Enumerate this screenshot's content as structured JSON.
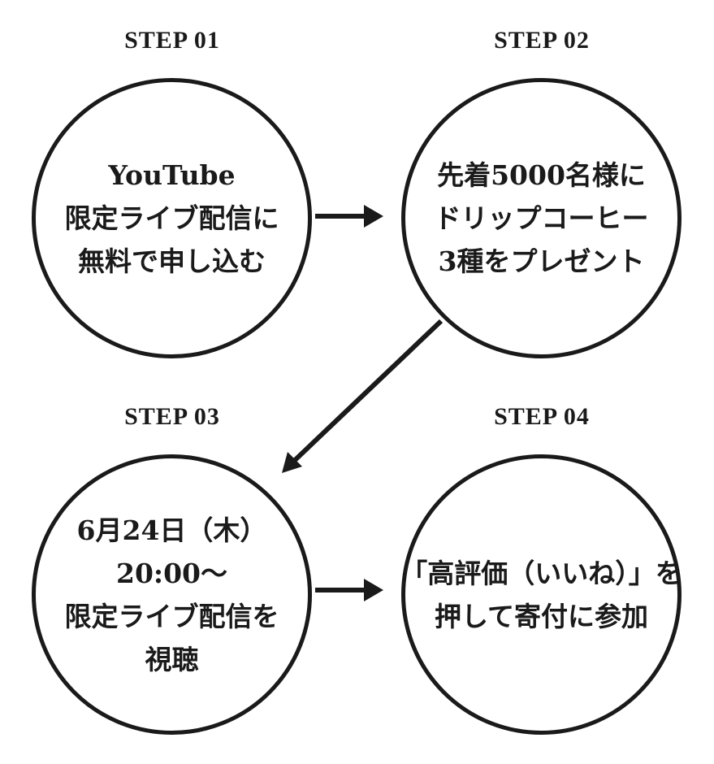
{
  "steps": [
    {
      "title": "STEP 01",
      "lines": [
        "YouTube",
        "限定ライブ配信に",
        "無料で申し込む"
      ]
    },
    {
      "title": "STEP 02",
      "lines": [
        "先着5000名様に",
        "ドリップコーヒー",
        "3種をプレゼント"
      ]
    },
    {
      "title": "STEP 03",
      "lines": [
        "6月24日（木）",
        "20:00〜",
        "限定ライブ配信を",
        "視聴"
      ]
    },
    {
      "title": "STEP 04",
      "lines": [
        "「高評価（いいね）」を",
        "押して寄付に参加"
      ]
    }
  ],
  "colors": {
    "ink": "#1a1a1a",
    "background": "#ffffff"
  }
}
